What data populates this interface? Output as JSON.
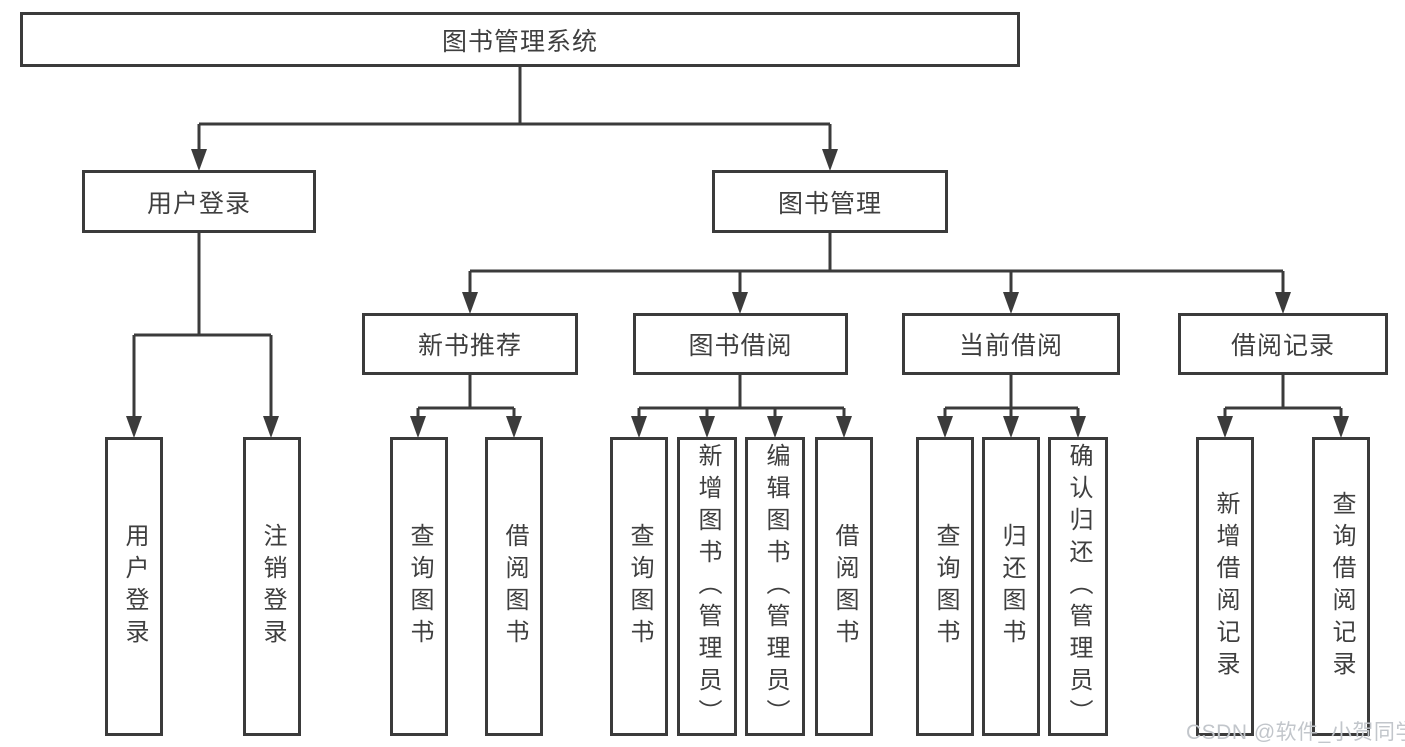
{
  "tree": {
    "label": "图书管理系统",
    "children": [
      {
        "label": "用户登录",
        "children": [
          {
            "label": "用户登录"
          },
          {
            "label": "注销登录"
          }
        ]
      },
      {
        "label": "图书管理",
        "children": [
          {
            "label": "新书推荐",
            "children": [
              {
                "label": "查询图书"
              },
              {
                "label": "借阅图书"
              }
            ]
          },
          {
            "label": "图书借阅",
            "children": [
              {
                "label": "查询图书"
              },
              {
                "label": "新增图书（管理员）"
              },
              {
                "label": "编辑图书（管理员）"
              },
              {
                "label": "借阅图书"
              }
            ]
          },
          {
            "label": "当前借阅",
            "children": [
              {
                "label": "查询图书"
              },
              {
                "label": "归还图书"
              },
              {
                "label": "确认归还（管理员）"
              }
            ]
          },
          {
            "label": "借阅记录",
            "children": [
              {
                "label": "新增借阅记录"
              },
              {
                "label": "查询借阅记录"
              }
            ]
          }
        ]
      }
    ]
  },
  "watermark": {
    "text": "CSDN @软件_小贺同学"
  },
  "colors": {
    "line": "#3b3b3b",
    "text": "#3f3f3f",
    "background": "#ffffff",
    "watermark": "#c2c6cb"
  }
}
